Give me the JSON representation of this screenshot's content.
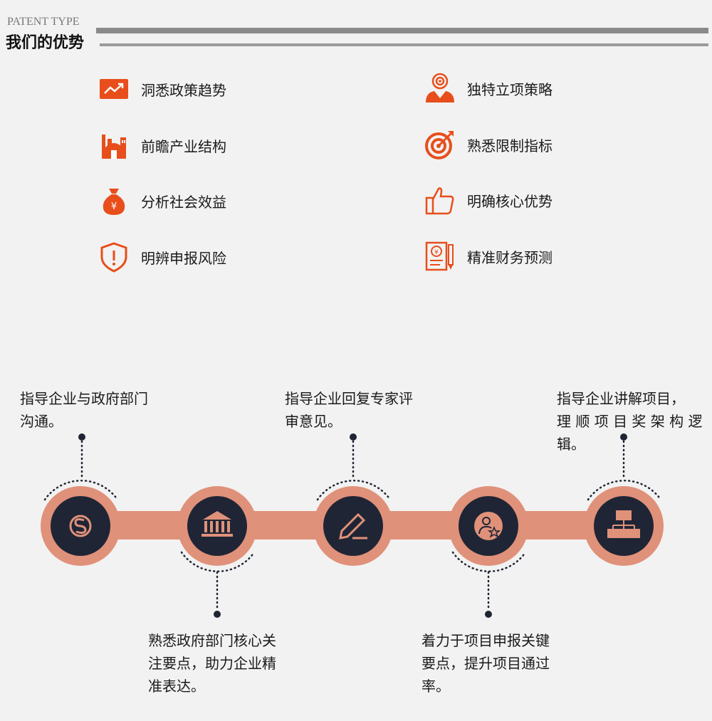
{
  "header": {
    "subtitle": "PATENT TYPE",
    "title": "我们的优势"
  },
  "advantages": {
    "left": [
      {
        "label": "洞悉政策趋势",
        "icon": "trend-chart-icon"
      },
      {
        "label": "前瞻产业结构",
        "icon": "factory-icon"
      },
      {
        "label": "分析社会效益",
        "icon": "money-bag-icon"
      },
      {
        "label": "明辨申报风险",
        "icon": "shield-warning-icon"
      }
    ],
    "right": [
      {
        "label": "独特立项策略",
        "icon": "target-person-icon"
      },
      {
        "label": "熟悉限制指标",
        "icon": "target-arrow-icon"
      },
      {
        "label": "明确核心优势",
        "icon": "thumbs-up-icon"
      },
      {
        "label": "精准财务预测",
        "icon": "finance-document-icon"
      }
    ]
  },
  "process": {
    "accent_color": "#e0917a",
    "node_color": "#1f2535",
    "icons": [
      "skype-icon",
      "bank-building-icon",
      "pencil-edit-icon",
      "user-star-icon",
      "org-chart-icon"
    ],
    "notes": {
      "n1": [
        "指导企业与政府部门",
        "沟通。"
      ],
      "n2": [
        "熟悉政府部门核心关",
        "注要点，助力企业精",
        "准表达。"
      ],
      "n3": [
        "指导企业回复专家评",
        "审意见。"
      ],
      "n4": [
        "着力于项目申报关键",
        "要点，提升项目通过",
        "率。"
      ],
      "n5": [
        "指导企业讲解项目，",
        "理 顺 项 目 奖 架 构 逻",
        "辑。"
      ]
    }
  },
  "colors": {
    "orange": "#e84e1b",
    "gray_bar": "#8a8a8a",
    "background": "#f2f2f2"
  }
}
